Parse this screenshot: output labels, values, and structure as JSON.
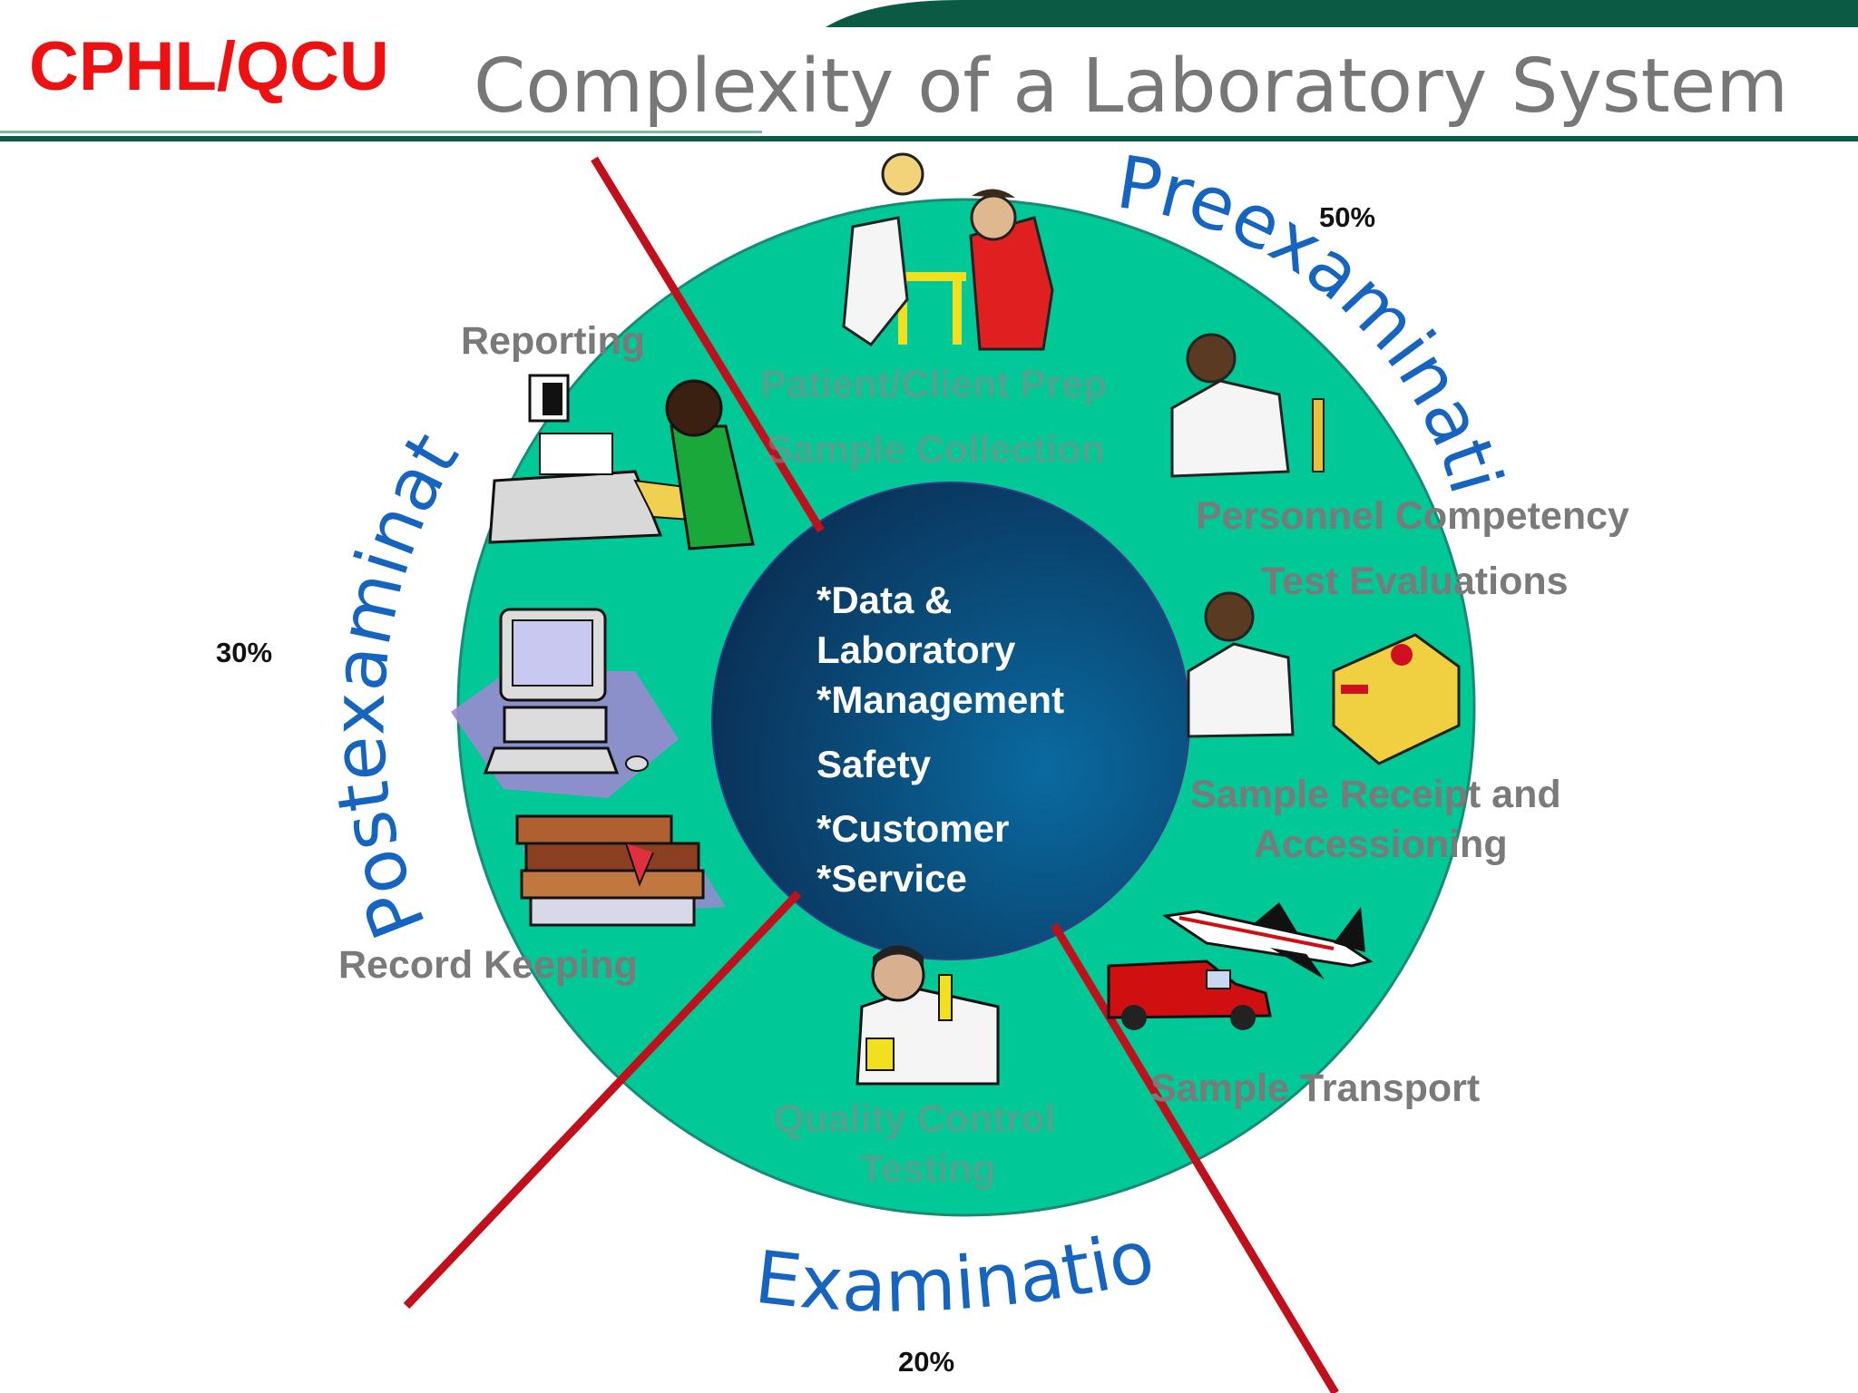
{
  "header": {
    "brand": "CPHL/QCU",
    "title": "Complexity of a Laboratory System"
  },
  "colors": {
    "ring": "#00c896",
    "core": "#0c4d7a",
    "divider": "#c0101c",
    "banner": "#0b5a44",
    "brand": "#ee1111",
    "phase_text": "#1565c0"
  },
  "phases": {
    "pre": {
      "name": "Preexamination",
      "percent": "50%"
    },
    "exam": {
      "name": "Examination",
      "percent": "20%"
    },
    "post": {
      "name": "Postexamination",
      "percent": "30%"
    }
  },
  "ring_labels": {
    "reporting": "Reporting",
    "patient_prep": "Patient/Client Prep",
    "sample_collection": "Sample Collection",
    "personnel": "Personnel Competency",
    "test_evaluations": "Test Evaluations",
    "receipt_line1": "Sample Receipt and",
    "receipt_line2": "Accessioning",
    "transport": "Sample Transport",
    "qc_line1": "Quality Control",
    "qc_line2": "Testing",
    "record_keeping": "Record Keeping"
  },
  "core": {
    "line1": "*Data &",
    "line2": "Laboratory",
    "line3": "*Management",
    "line4": "Safety",
    "line5": "*Customer",
    "line6": "*Service"
  },
  "icons": [
    "phlebotomy-icon",
    "lab-technician-icon",
    "package-icon",
    "telephone-icon",
    "fax-machine-icon",
    "computer-icon",
    "books-icon",
    "scientist-icon",
    "van-icon",
    "airplane-icon"
  ]
}
